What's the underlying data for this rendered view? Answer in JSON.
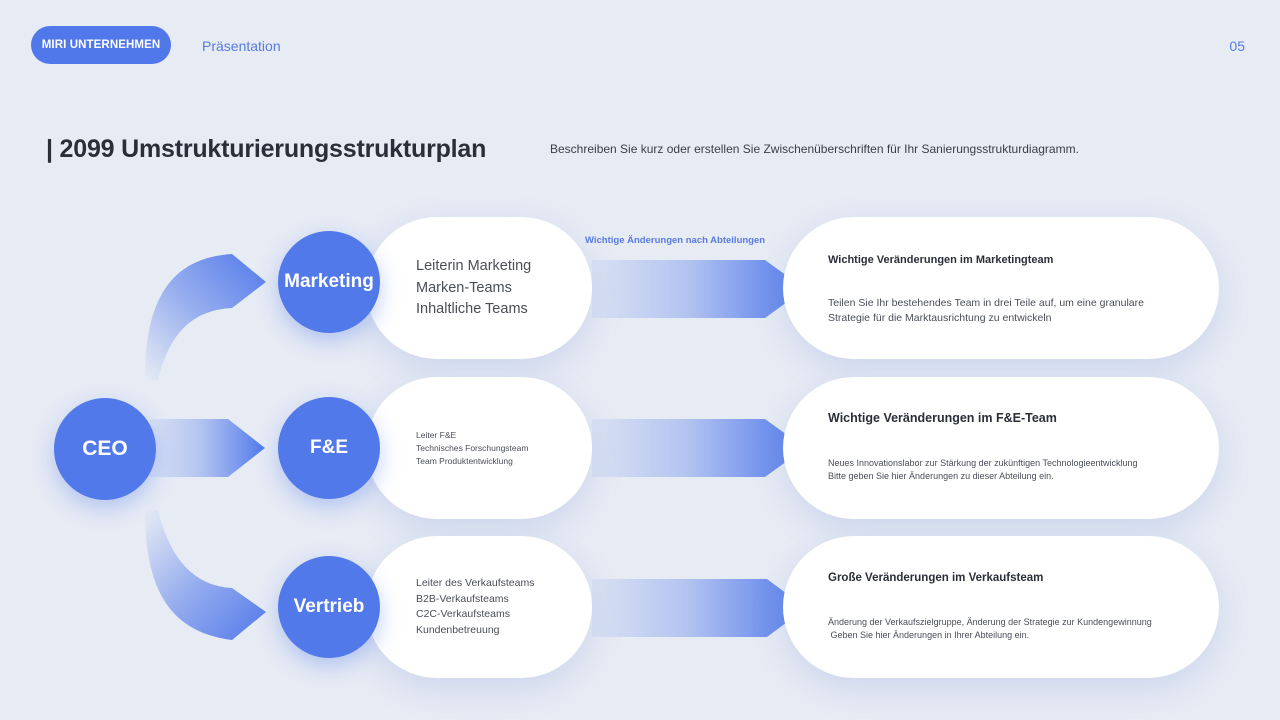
{
  "header": {
    "brand": "MIRI UNTERNEHMEN",
    "nav_link": "Präsentation",
    "page_number": "05"
  },
  "title": "| 2099 Umstrukturierungsstrukturplan",
  "subtitle": "Beschreiben Sie kurz oder erstellen Sie Zwischenüberschriften für Ihr Sanierungsstrukturdiagramm.",
  "colors": {
    "accent": "#5279ea",
    "background": "#e6ebf4",
    "label_blue": "#5a7be0"
  },
  "root": {
    "label": "CEO"
  },
  "middle_label": "Wichtige Änderungen nach Abteilungen",
  "departments": [
    {
      "name": "Marketing",
      "teams": [
        "Leiterin Marketing",
        "Marken-Teams",
        "Inhaltliche Teams"
      ],
      "change_title": "Wichtige Veränderungen im Marketingteam",
      "change_text": [
        "Teilen Sie Ihr bestehendes Team in drei Teile auf, um eine granulare",
        "Strategie für die Marktausrichtung zu entwickeln"
      ]
    },
    {
      "name": "F&E",
      "teams": [
        "Leiter F&E",
        "Technisches Forschungsteam",
        "Team Produktentwicklung"
      ],
      "change_title": "Wichtige Veränderungen im F&E-Team",
      "change_text": [
        "Neues Innovationslabor zur Stärkung der zukünftigen Technologieentwicklung",
        "Bitte geben Sie hier Änderungen zu dieser Abteilung ein."
      ]
    },
    {
      "name": "Vertrieb",
      "teams": [
        "Leiter des Verkaufsteams",
        "B2B-Verkaufsteams",
        "C2C-Verkaufsteams",
        "Kundenbetreuung"
      ],
      "change_title": "Große Veränderungen im Verkaufsteam",
      "change_text": [
        "Änderung der Verkaufszielgruppe, Änderung der Strategie zur Kundengewinnung",
        " Geben Sie hier Änderungen in Ihrer Abteilung ein."
      ]
    }
  ]
}
